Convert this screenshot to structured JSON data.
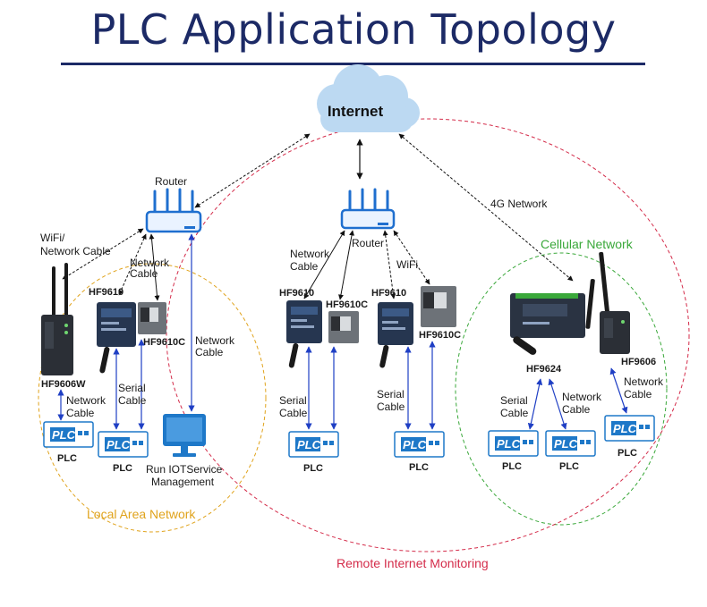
{
  "title": "PLC Application Topology",
  "colors": {
    "title": "#1c2a66",
    "lan": "#e0a31c",
    "cellular": "#3aa83a",
    "remote": "#d42c4a",
    "link": "#1f3fc4",
    "plc": "#1e78c8",
    "cloud": "#bcd9f2"
  },
  "internet": {
    "label": "Internet",
    "icon": "cloud-icon"
  },
  "zones": {
    "lan": "Local Area Network",
    "cellular": "Cellular Network",
    "remote": "Remote Internet Monitoring"
  },
  "links": {
    "fourg": "4G Network",
    "wifi_lan": [
      "WiFi/",
      "Network Cable"
    ],
    "netcab_router": [
      "Network",
      "Cable"
    ],
    "netcab_pc": [
      "Network",
      "Cable"
    ],
    "netcab_center": [
      "Network",
      "Cable"
    ],
    "wifi_center": "WiFi",
    "netcab_w": [
      "Network",
      "Cable"
    ],
    "serial_lan": [
      "Serial",
      "Cable"
    ],
    "serial_c1": [
      "Serial",
      "Cable"
    ],
    "serial_c2": [
      "Serial",
      "Cable"
    ],
    "serial_cell": [
      "Serial",
      "Cable"
    ],
    "netcab_cell1": [
      "Network",
      "Cable"
    ],
    "netcab_cell2": [
      "Network",
      "Cable"
    ]
  },
  "routers": {
    "left": "Router",
    "center": "Router"
  },
  "devices": {
    "hf9610_l": "HF9610",
    "hf9610c_l": "HF9610C",
    "hf9606w": "HF9606W",
    "hf9610_c1": "HF9610",
    "hf9610c_c1": "HF9610C",
    "hf9610_c2": "HF9610",
    "hf9610c_c2": "HF9610C",
    "hf9624": "HF9624",
    "hf9606": "HF9606"
  },
  "plc_badge": "PLC",
  "plc_labels": [
    "PLC",
    "PLC",
    "PLC",
    "PLC",
    "PLC",
    "PLC",
    "PLC"
  ],
  "pc": {
    "label": [
      "Run IOTService",
      "Management"
    ],
    "icon": "monitor-icon"
  }
}
